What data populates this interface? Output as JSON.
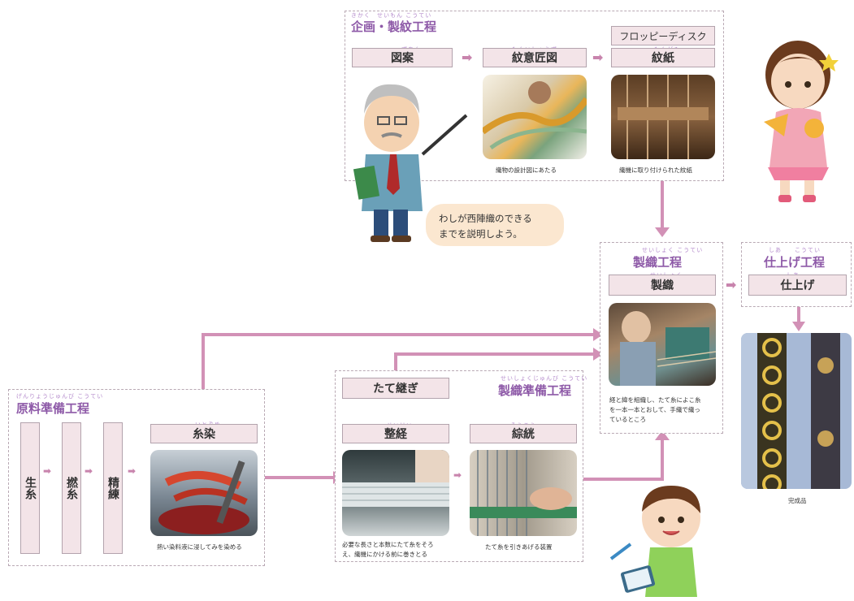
{
  "planning": {
    "title": "企画・製紋工程",
    "title_ruby": "きかく　せいもん こうてい",
    "fd_label": "フロッピーディスク",
    "steps": [
      {
        "label": "図案",
        "ruby": "ずあん"
      },
      {
        "label": "紋意匠図",
        "ruby": "もんいしょうず"
      },
      {
        "label": "紋紙",
        "ruby": "もんがみ"
      }
    ],
    "captions": [
      "織物の設計図にあたる",
      "織機に取り付けられた紋紙"
    ]
  },
  "speech": {
    "line1": "わしが西陣織のできる",
    "line2": "までを説明しよう。"
  },
  "weaving": {
    "title": "製織工程",
    "title_ruby": "せいしょく こうてい",
    "step": {
      "label": "製織",
      "ruby": "せいしょく"
    },
    "caption": [
      "経と緯を組織し、たて糸によこ糸",
      "を一本一本とおして、手織で織っ",
      "ているところ"
    ]
  },
  "finishing": {
    "title": "仕上げ工程",
    "title_ruby": "しあ　　こうてい",
    "step": {
      "label": "仕上げ",
      "ruby": "しあ"
    },
    "caption": "完成品"
  },
  "raw": {
    "title": "原料準備工程",
    "title_ruby": "げんりょうじゅんび こうてい",
    "steps": [
      "生糸",
      "撚糸",
      "精練"
    ],
    "dye": {
      "label": "糸染",
      "ruby": "いとぞめ"
    },
    "caption": "熱い染料液に浸してみを染める"
  },
  "prep": {
    "title": "製織準備工程",
    "title_ruby": "せいしょくじゅんび こうてい",
    "tate": "たて継ぎ",
    "seikei": {
      "label": "整経",
      "ruby": "せいけい"
    },
    "soukou": {
      "label": "綜絖",
      "ruby": "そうこう"
    },
    "seikei_caption": [
      "必要な長さと本数にたて糸をそろ",
      "え、織機にかける前に巻きとる"
    ],
    "soukou_caption": "たて糸を引きあげる装置"
  }
}
